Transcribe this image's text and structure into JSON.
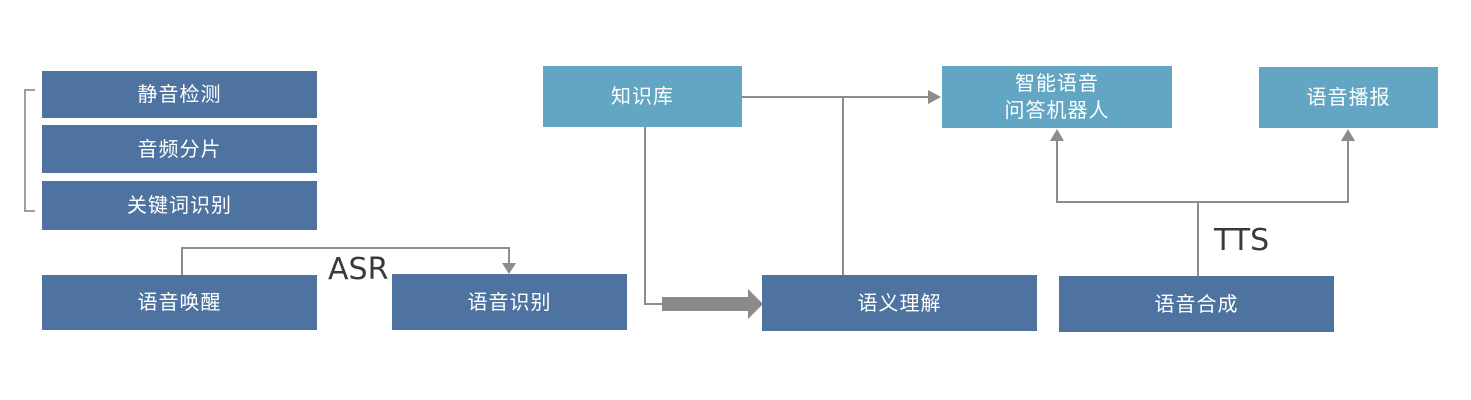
{
  "diagram": {
    "nodes": {
      "silence_detection": {
        "label": "静音检测"
      },
      "audio_segmentation": {
        "label": "音频分片"
      },
      "keyword_recognition": {
        "label": "关键词识别"
      },
      "voice_wakeup": {
        "label": "语音唤醒"
      },
      "speech_recognition": {
        "label": "语音识别"
      },
      "knowledge_base": {
        "label": "知识库"
      },
      "semantic_understanding": {
        "label": "语义理解"
      },
      "speech_synthesis": {
        "label": "语音合成"
      },
      "qa_robot": {
        "label": "智能语音\n问答机器人"
      },
      "voice_broadcast": {
        "label": "语音播报"
      }
    },
    "edge_labels": {
      "asr": "ASR",
      "tts": "TTS"
    },
    "colors": {
      "dark_box": "#4e73a1",
      "light_box": "#62a6c4",
      "line": "#8c8c8c",
      "bracket": "#a0a0a0",
      "thick_arrow": "#8a8a8a",
      "edge_label": "#3a3a3a",
      "box_text": "#ffffff",
      "background": "#ffffff"
    }
  }
}
